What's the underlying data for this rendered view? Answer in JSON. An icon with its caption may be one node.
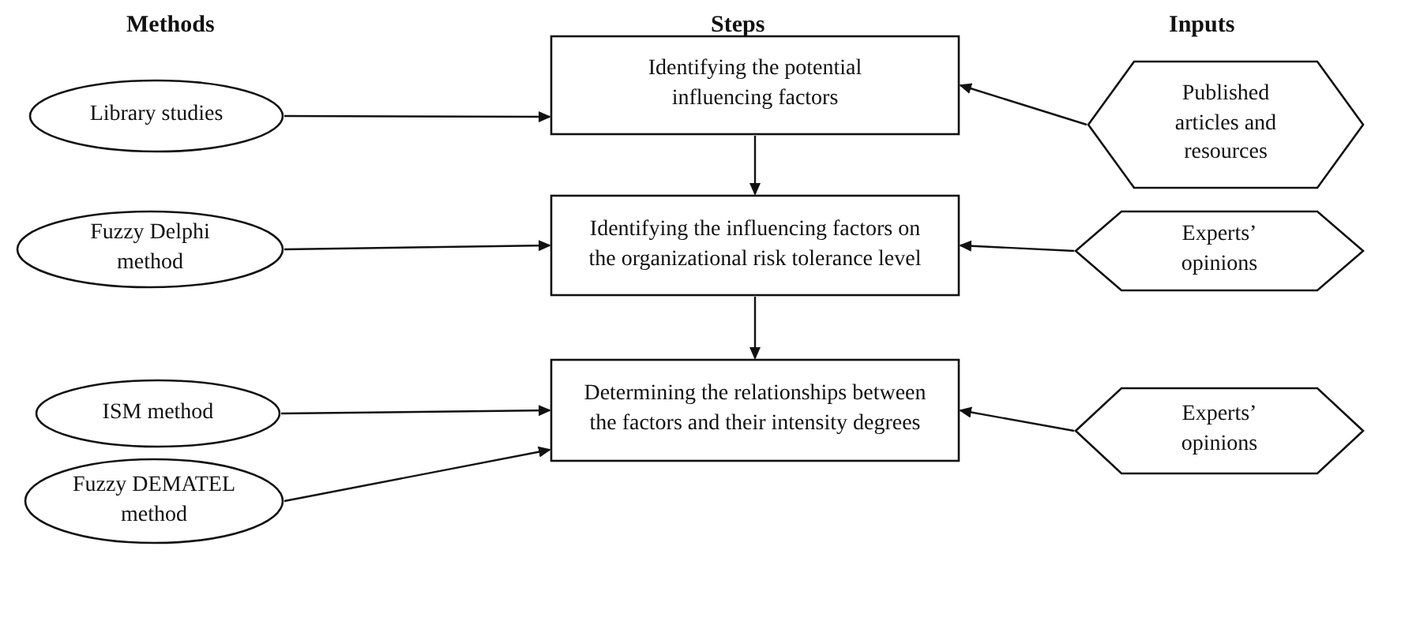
{
  "diagram": {
    "nodes": [
      {
        "text": [
          "Library studies"
        ]
      },
      {
        "text": [
          "Identifying the potential influencing factors"
        ]
      },
      {
        "text": [
          "Published articles and resources"
        ]
      },
      {
        "text": [
          "Fuzzy Delphi method"
        ]
      },
      {
        "text": [
          "Identifying the influencing factors on the organizational risk tolerance level"
        ]
      },
      {
        "text": [
          "Experts’ opinions"
        ]
      },
      {
        "text": [
          "ISM method"
        ]
      },
      {
        "text": [
          "Determining the relationships between the factors and their intensity degrees"
        ]
      },
      {
        "text": [
          "Experts’ opinions"
        ]
      },
      {
        "text": [
          "Fuzzy DEMATEL method"
        ]
      }
    ],
    "edges": [
      {
        "from": 0,
        "to": 1,
        "arrow": "to"
      },
      {
        "from": 2,
        "to": 1,
        "arrow": "to"
      },
      {
        "from": 1,
        "to": 4,
        "arrow": "to"
      },
      {
        "from": 3,
        "to": 4,
        "arrow": "to"
      },
      {
        "from": 5,
        "to": 4,
        "arrow": "to"
      },
      {
        "from": 4,
        "to": 7,
        "arrow": "to"
      },
      {
        "from": 6,
        "to": 7,
        "arrow": "to"
      },
      {
        "from": 9,
        "to": 7,
        "arrow": "to"
      },
      {
        "from": 8,
        "to": 7,
        "arrow": "to"
      }
    ],
    "labels": [
      "Methods",
      "Steps",
      "Inputs"
    ]
  }
}
